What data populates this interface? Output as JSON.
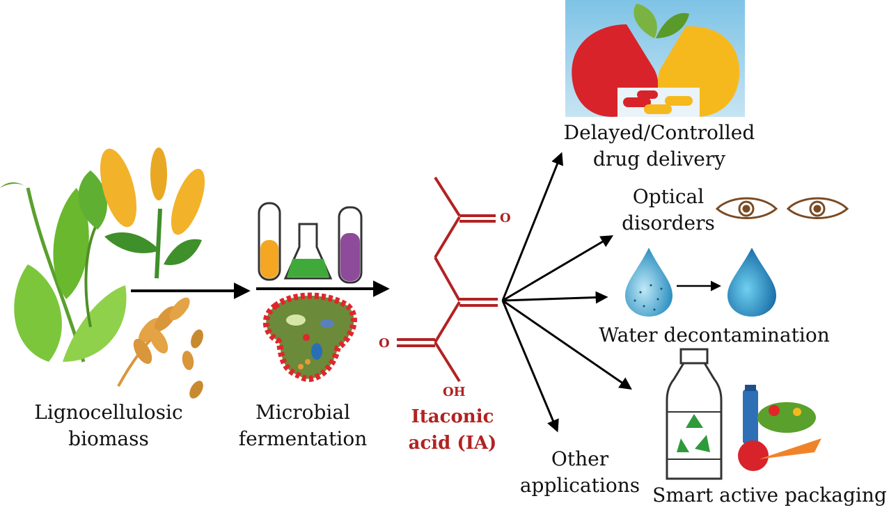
{
  "stages": {
    "biomass": {
      "line1": "Lignocellulosic",
      "line2": "biomass"
    },
    "fermentation": {
      "line1": "Microbial",
      "line2": "fermentation"
    },
    "product": {
      "line1": "Itaconic",
      "line2": "acid (IA)"
    }
  },
  "molecule": {
    "oxygen_top": "O",
    "oxygen_left": "O",
    "hydroxyl": "OH"
  },
  "applications": {
    "drug": {
      "line1": "Delayed/Controlled",
      "line2": "drug delivery"
    },
    "optical": {
      "line1": "Optical",
      "line2": "disorders"
    },
    "water": {
      "label": "Water decontamination"
    },
    "packaging": {
      "label": "Smart active packaging"
    },
    "other": {
      "line1": "Other",
      "line2": "applications"
    }
  },
  "colors": {
    "molecule": "#b22222",
    "arrow": "#000000",
    "leaf_green": "#6ab82e",
    "corn_yellow": "#f2b22a",
    "wheat": "#d9963a",
    "pill_red": "#d9232a",
    "pill_yellow": "#f6b91d",
    "water_blue": "#3aa9d8",
    "eye_brown": "#7a4a22",
    "microbe_red": "#e0262b"
  },
  "icons": [
    "plant-icon",
    "test-tubes-icon",
    "microbe-icon",
    "pills-icon",
    "eye-icon",
    "water-drop-icon",
    "bottle-icon",
    "recycle-icon",
    "food-icon"
  ]
}
